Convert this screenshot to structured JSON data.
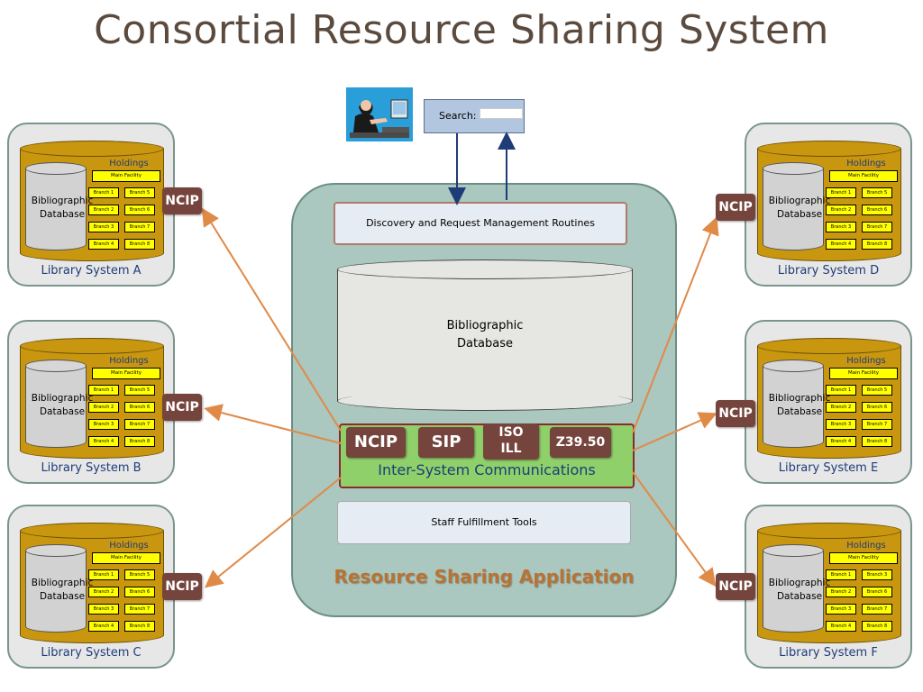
{
  "title": "Consortial Resource Sharing System",
  "search": {
    "label": "Search:"
  },
  "center": {
    "discovery": "Discovery and Request Management Routines",
    "bib_db_line1": "Bibliographic",
    "bib_db_line2": "Database",
    "protocols": {
      "ncip": "NCIP",
      "sip": "SIP",
      "iso_line1": "ISO",
      "iso_line2": "ILL",
      "z3950": "Z39.50"
    },
    "isc_label": "Inter-System Communications",
    "staff": "Staff Fulfillment Tools",
    "app_label": "Resource Sharing Application"
  },
  "library_common": {
    "bib_line1": "Bibliographic",
    "bib_line2": "Database",
    "holdings": "Holdings",
    "main_facility": "Main Facility",
    "ncip": "NCIP"
  },
  "libraries": {
    "a": {
      "label": "Library System A",
      "branches": [
        "Branch 1",
        "Branch 5",
        "Branch 2",
        "Branch 6",
        "Branch 3",
        "Branch 7",
        "Branch 4",
        "Branch 8"
      ]
    },
    "b": {
      "label": "Library System B",
      "branches": [
        "Branch 1",
        "Branch 5",
        "Branch 2",
        "Branch 6",
        "Branch 3",
        "Branch 7",
        "Branch 4",
        "Branch 8"
      ]
    },
    "c": {
      "label": "Library System C",
      "branches": [
        "Branch 1",
        "Branch 5",
        "Branch 2",
        "Branch 6",
        "Branch 3",
        "Branch 7",
        "Branch 4",
        "Branch 8"
      ]
    },
    "d": {
      "label": "Library System D",
      "branches": [
        "Branch 1",
        "Branch 5",
        "Branch 2",
        "Branch 6",
        "Branch 3",
        "Branch 7",
        "Branch 4",
        "Branch 8"
      ]
    },
    "e": {
      "label": "Library System E",
      "branches": [
        "Branch 1",
        "Branch 5",
        "Branch 2",
        "Branch 6",
        "Branch 3",
        "Branch 7",
        "Branch 4",
        "Branch 8"
      ]
    },
    "f": {
      "label": "Library System F",
      "branches": [
        "Branch 1",
        "Branch 3",
        "Branch 2",
        "Branch 6",
        "Branch 3",
        "Branch 7",
        "Branch 4",
        "Branch 8"
      ]
    }
  },
  "colors": {
    "protocol_tag": "#75443c",
    "connector": "#e08a48",
    "arrow": "#1f3c78",
    "gold": "#c8960f",
    "isc_green": "#8fd06a"
  }
}
